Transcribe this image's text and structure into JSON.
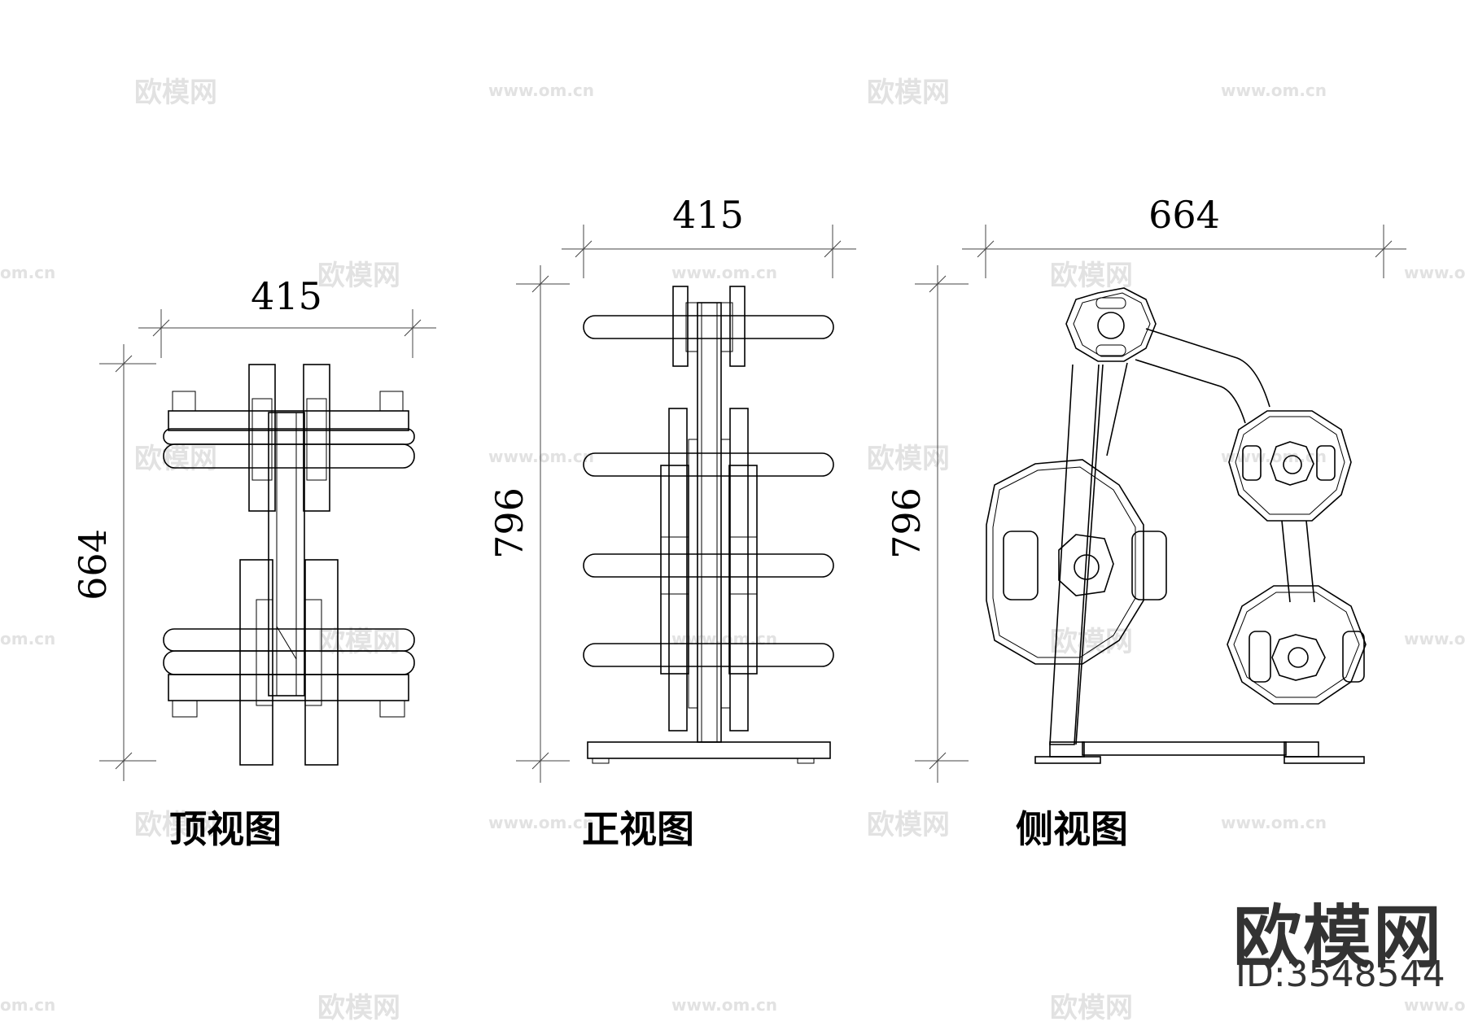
{
  "watermarks": {
    "brand": "欧模网",
    "url": "www.om.cn",
    "url_short": "om.cn"
  },
  "views": {
    "top": {
      "label": "顶视图",
      "width_dim": "415",
      "depth_dim": "664"
    },
    "front": {
      "label": "正视图",
      "width_dim": "415",
      "height_dim": "796"
    },
    "side": {
      "label": "侧视图",
      "width_dim": "664",
      "height_dim": "796"
    }
  },
  "logo": {
    "brand": "欧模网",
    "id": "ID:3548544"
  }
}
